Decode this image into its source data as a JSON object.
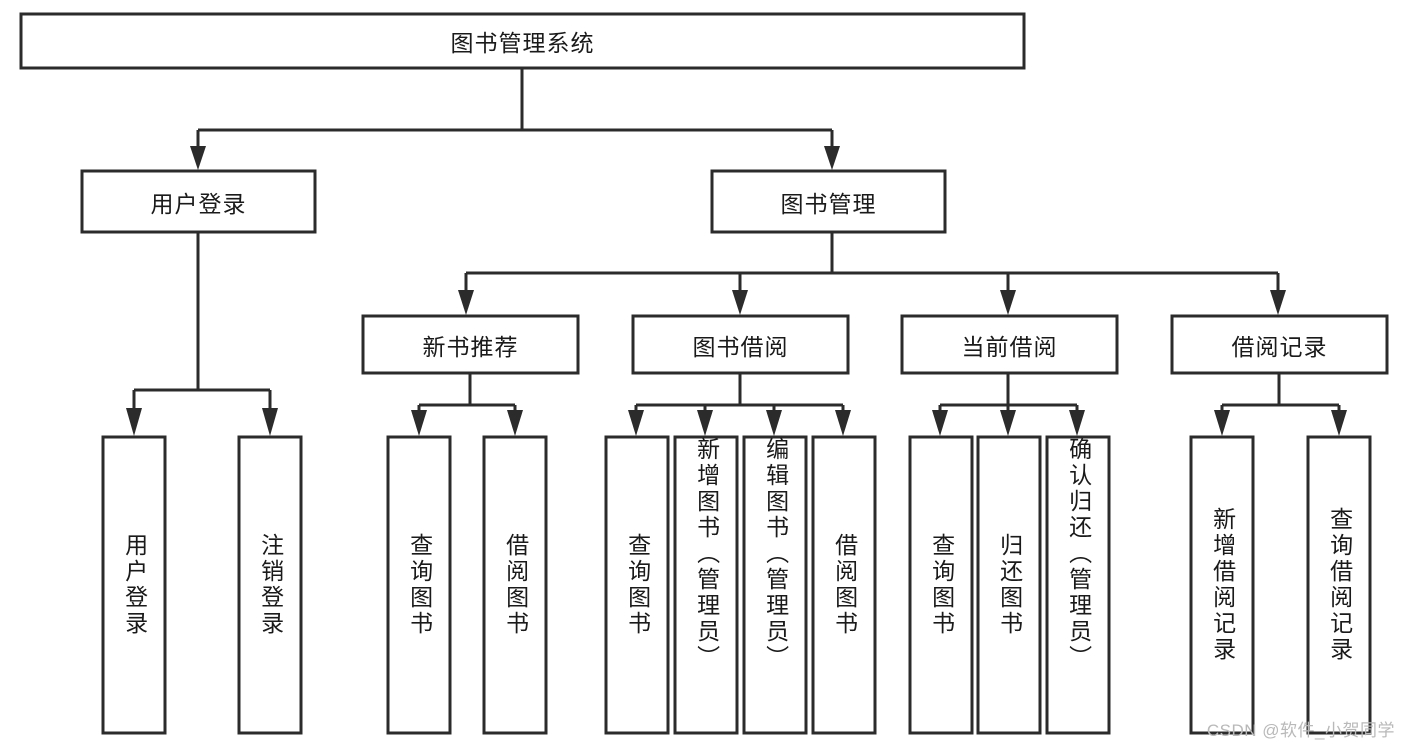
{
  "diagram": {
    "type": "tree",
    "title": "图书管理系统",
    "watermark": "CSDN @软件_小贺同学",
    "colors": {
      "box_fill": "#ffffff",
      "box_stroke": "#2b2b2b",
      "text": "#1a1a1a",
      "watermark": "#b9b9b9",
      "background": "#ffffff"
    },
    "levels": {
      "root": {
        "label": "图书管理系统"
      },
      "level2": [
        {
          "label": "用户登录"
        },
        {
          "label": "图书管理"
        }
      ],
      "level3": [
        {
          "label": "新书推荐"
        },
        {
          "label": "图书借阅"
        },
        {
          "label": "当前借阅"
        },
        {
          "label": "借阅记录"
        }
      ],
      "leaves": {
        "user_login": [
          {
            "label": "用户登录"
          },
          {
            "label": "注销登录"
          }
        ],
        "new_book_recommend": [
          {
            "label": "查询图书"
          },
          {
            "label": "借阅图书"
          }
        ],
        "book_borrow": [
          {
            "label": "查询图书"
          },
          {
            "label": "新增图书（管理员）"
          },
          {
            "label": "编辑图书（管理员）"
          },
          {
            "label": "借阅图书"
          }
        ],
        "current_borrow": [
          {
            "label": "查询图书"
          },
          {
            "label": "归还图书"
          },
          {
            "label": "确认归还（管理员）"
          }
        ],
        "borrow_record": [
          {
            "label": "新增借阅记录"
          },
          {
            "label": "查询借阅记录"
          }
        ]
      }
    }
  }
}
